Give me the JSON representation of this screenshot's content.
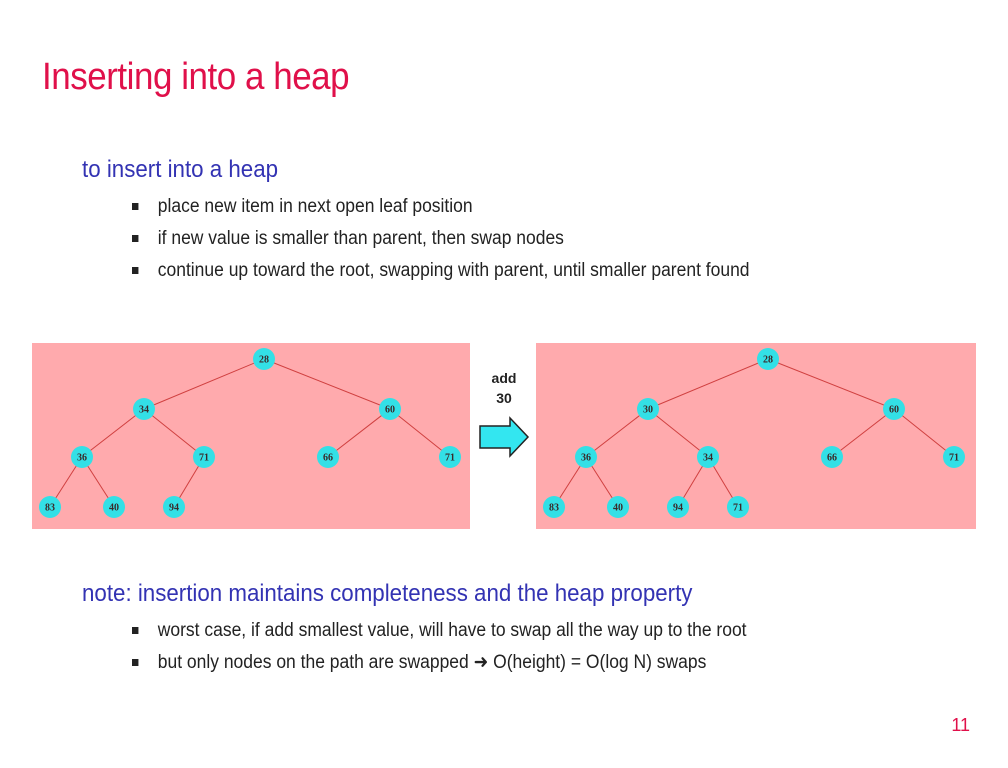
{
  "slide": {
    "title": "Inserting into a heap",
    "page_number": "11"
  },
  "section1": {
    "heading": "to insert into a heap",
    "bullets": [
      "place new item in next open leaf position",
      "if new value is smaller than parent, then swap nodes",
      "continue up toward the root, swapping with parent, until smaller parent found"
    ]
  },
  "section2": {
    "heading": "note: insertion maintains completeness and the heap property",
    "bullets": [
      "worst case, if add smallest value, will have to swap all the way up to the root",
      "but only nodes on the path are swapped",
      " O(height) = O(log N) swaps"
    ]
  },
  "transition": {
    "label_line1": "add",
    "label_line2": "30",
    "icon": "right-arrow-icon"
  },
  "colors": {
    "title": "#e0104a",
    "heading": "#3333b3",
    "panel_bg": "#ffaaad",
    "node_fill": "#33e0e6",
    "edge": "#d04040",
    "arrow_fill": "#33e6f0"
  },
  "trees": {
    "before": [
      "28",
      "34",
      "60",
      "36",
      "71",
      "66",
      "71",
      "83",
      "40",
      "94"
    ],
    "after": [
      "28",
      "30",
      "60",
      "36",
      "34",
      "66",
      "71",
      "83",
      "40",
      "94",
      "71"
    ]
  }
}
